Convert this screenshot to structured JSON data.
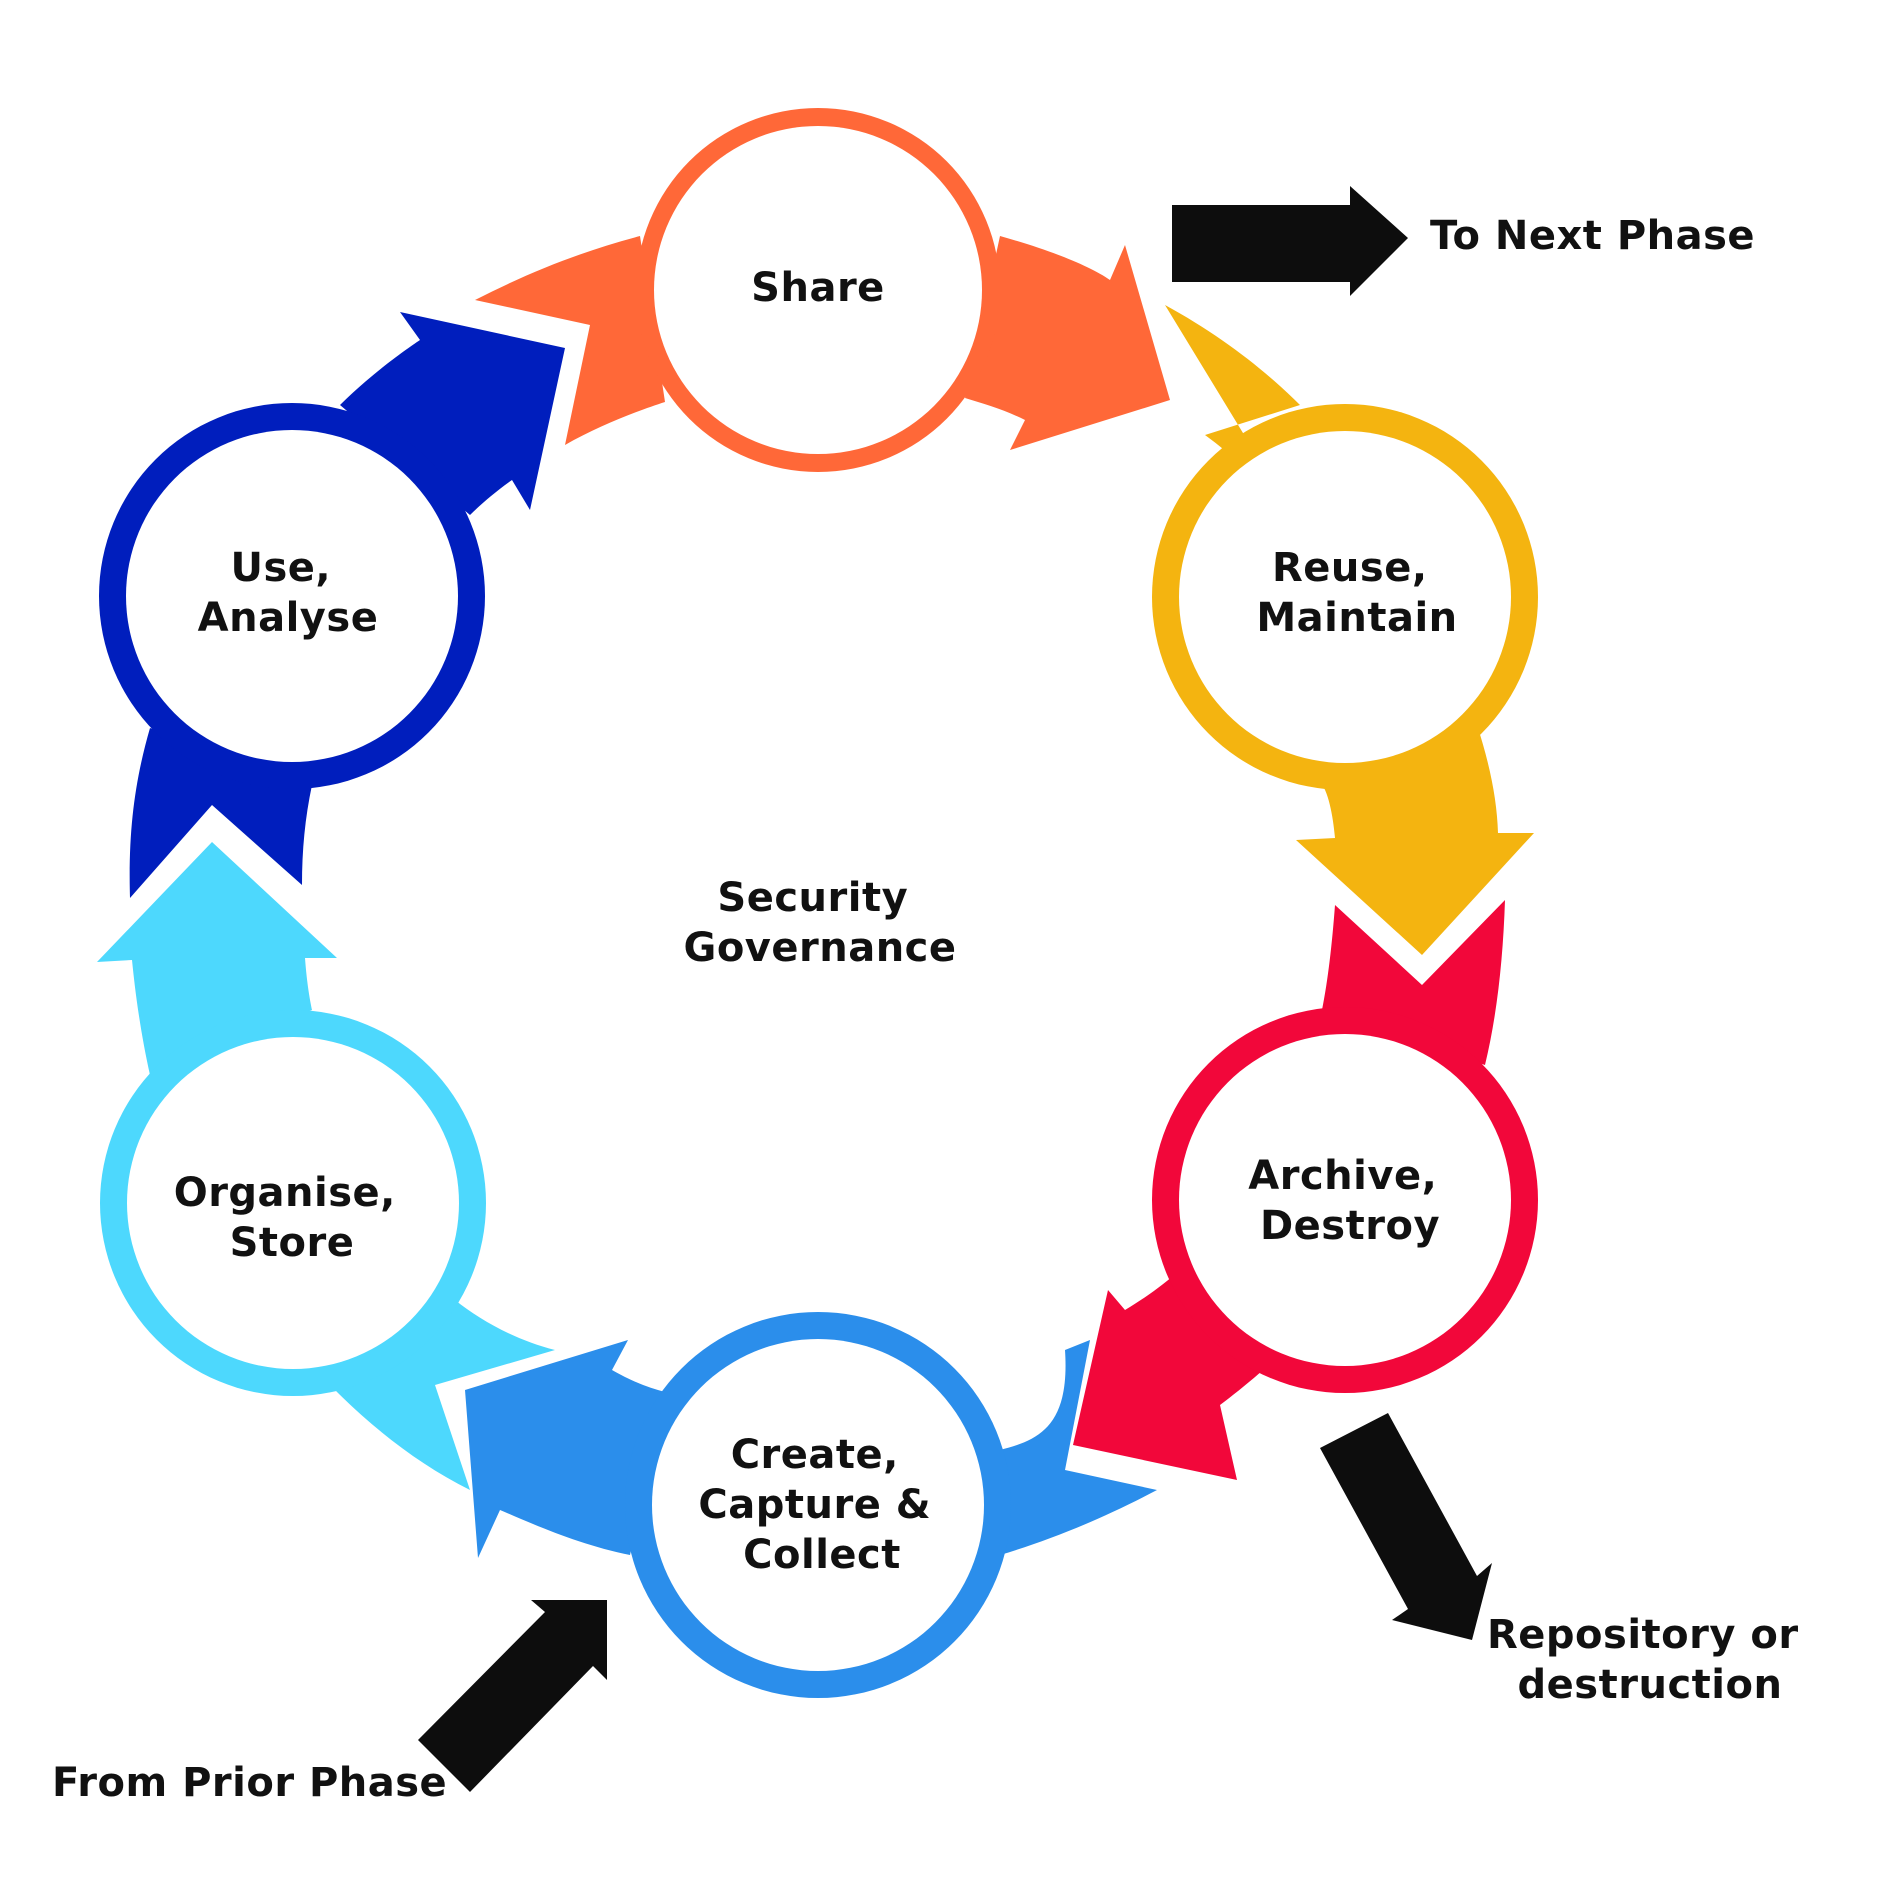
{
  "center_label": {
    "line1": "Security",
    "line2": "Governance"
  },
  "stages": [
    {
      "id": "share",
      "lines": [
        "Share"
      ],
      "color": "#FF6838"
    },
    {
      "id": "reuse-maintain",
      "lines": [
        "Reuse,",
        "Maintain"
      ],
      "color": "#F4B410"
    },
    {
      "id": "archive-destroy",
      "lines": [
        "Archive,",
        "Destroy"
      ],
      "color": "#F2073A"
    },
    {
      "id": "create-capture-collect",
      "lines": [
        "Create,",
        "Capture &",
        "Collect"
      ],
      "color": "#2B8EEB"
    },
    {
      "id": "organise-store",
      "lines": [
        "Organise,",
        "Store"
      ],
      "color": "#4DD8FD"
    },
    {
      "id": "use-analyse",
      "lines": [
        "Use,",
        "Analyse"
      ],
      "color": "#001EBD"
    }
  ],
  "external_flows": {
    "next_phase": {
      "label": "To Next Phase",
      "icon": "arrow-right-icon"
    },
    "prior_phase": {
      "label": "From Prior Phase",
      "icon": "arrow-up-right-icon"
    },
    "repository": {
      "label_line1": "Repository or",
      "label_line2": "destruction",
      "icon": "arrow-down-right-icon"
    }
  },
  "colors": {
    "external_arrow": "#0D0D0D",
    "background": "#FFFFFF",
    "text": "#111111"
  }
}
